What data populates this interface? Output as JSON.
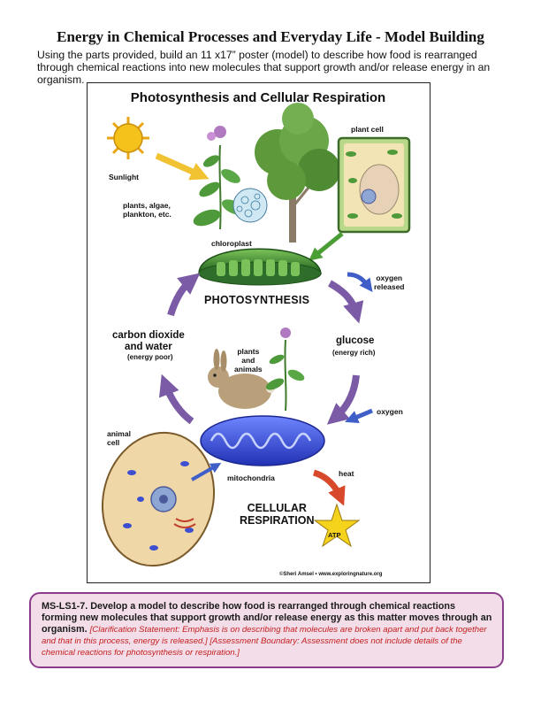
{
  "header": {
    "title": "Energy in Chemical Processes and Everyday Life - Model Building",
    "instructions": "Using the parts provided, build an 11 x17” poster (model) to describe how food is rearranged through chemical reactions into new molecules that support growth and/or release energy in an organism."
  },
  "poster": {
    "title": "Photosynthesis and Cellular Respiration",
    "labels": {
      "sunlight": "Sunlight",
      "plants_line1": "plants, algae,",
      "plants_line2": "plankton, etc.",
      "plant_cell": "plant cell",
      "chloroplast": "chloroplast",
      "oxygen_released_line1": "oxygen",
      "oxygen_released_line2": "released",
      "photosynthesis": "PHOTOSYNTHESIS",
      "co2_line1": "carbon dioxide",
      "co2_line2": "and water",
      "co2_sub": "(energy poor)",
      "pa_line1": "plants",
      "pa_line2": "and",
      "pa_line3": "animals",
      "glucose": "glucose",
      "glucose_sub": "(energy rich)",
      "oxygen": "oxygen",
      "animal_cell_line1": "animal",
      "animal_cell_line2": "cell",
      "mitochondria": "mitochondria",
      "heat": "heat",
      "cr_line1": "CELLULAR",
      "cr_line2": "RESPIRATION",
      "atp": "ATP",
      "credit": "©Sheri Amsel • www.exploringnature.org"
    },
    "colors": {
      "cycle_arrow": "#7b5aa6",
      "chloroplast": "#3f8f2f",
      "mitochondria": "#3d4fd0",
      "oxygen_arrow": "#3f5ec8",
      "heat_arrow": "#d8482a",
      "atp_star": "#f5d21c",
      "sun": "#f4c21a"
    }
  },
  "standard": {
    "main": "MS-LS1-7. Develop a model to describe how food is rearranged through chemical reactions forming new molecules that support growth and/or release energy as this matter moves through an organism.",
    "clarification": "[Clarification Statement: Emphasis is on describing that molecules are broken apart and put back together and that in this process, energy is released.] [Assessment Boundary: Assessment does not include details of the chemical reactions for photosynthesis or respiration.]",
    "border_color": "#8b3d8b",
    "background_color": "#f2dde8"
  }
}
